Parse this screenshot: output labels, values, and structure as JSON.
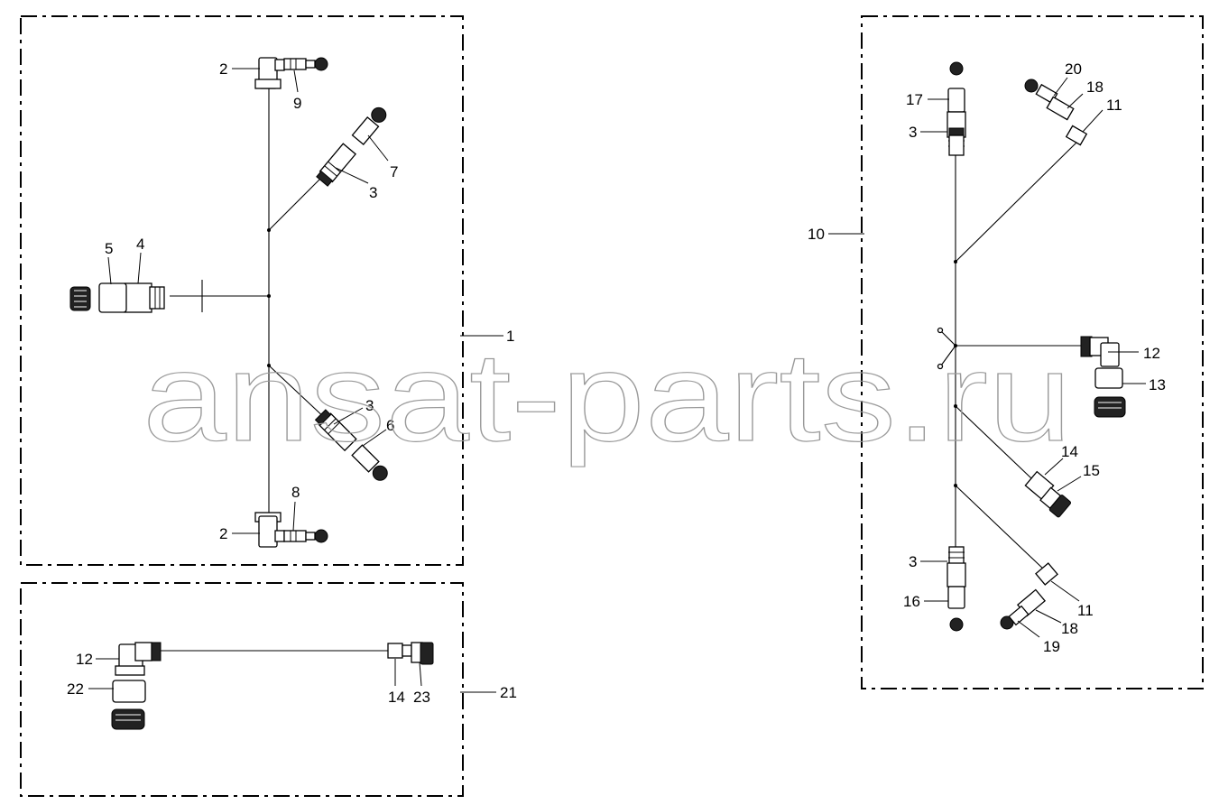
{
  "watermark": "ansat-parts.ru",
  "callouts": {
    "c1": "1",
    "c2a": "2",
    "c2b": "2",
    "c3a": "3",
    "c3b": "3",
    "c3c": "3",
    "c3d": "3",
    "c4": "4",
    "c5": "5",
    "c6": "6",
    "c7": "7",
    "c8": "8",
    "c9": "9",
    "c10": "10",
    "c11a": "11",
    "c11b": "11",
    "c12a": "12",
    "c12b": "12",
    "c13": "13",
    "c14a": "14",
    "c14b": "14",
    "c15": "15",
    "c16": "16",
    "c17": "17",
    "c18a": "18",
    "c18b": "18",
    "c19": "19",
    "c20": "20",
    "c21": "21",
    "c22": "22",
    "c23": "23"
  },
  "colors": {
    "line": "#000000",
    "watermark": "#9a9a9a",
    "background": "#ffffff"
  }
}
